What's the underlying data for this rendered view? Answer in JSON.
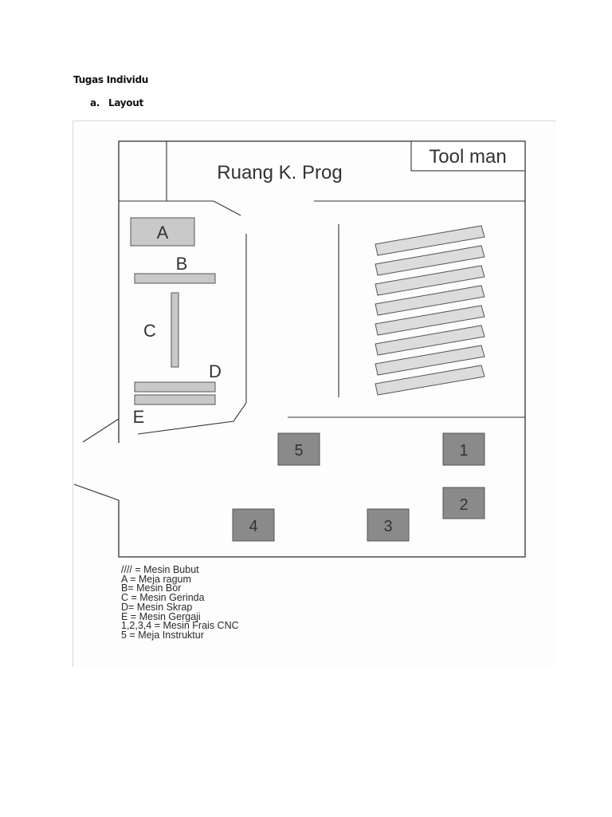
{
  "document": {
    "heading": "Tugas Individu",
    "subheading_marker": "a.",
    "subheading": "Layout"
  },
  "floorplan": {
    "room_title": "Ruang K. Prog",
    "tool_room": "Tool man",
    "labels": {
      "A": "A",
      "B": "B",
      "C": "C",
      "D": "D",
      "E": "E",
      "m1": "1",
      "m2": "2",
      "m3": "3",
      "m4": "4",
      "m5": "5"
    },
    "lathe_count": 8
  },
  "legend": [
    "//// = Mesin Bubut",
    "A = Meja ragum",
    "B= Mesin Bor",
    "C = Mesin Gerinda",
    "D= Mesin Skrap",
    "E = Mesin Gergaji",
    "1,2,3,4 = Mesin Frais CNC",
    "5 = Meja Instruktur"
  ],
  "colors": {
    "walls": "#333333",
    "machine_light": "#c9c9c9",
    "machine_dark": "#8a8a8a",
    "lathe_fill": "#dcdcdc"
  }
}
